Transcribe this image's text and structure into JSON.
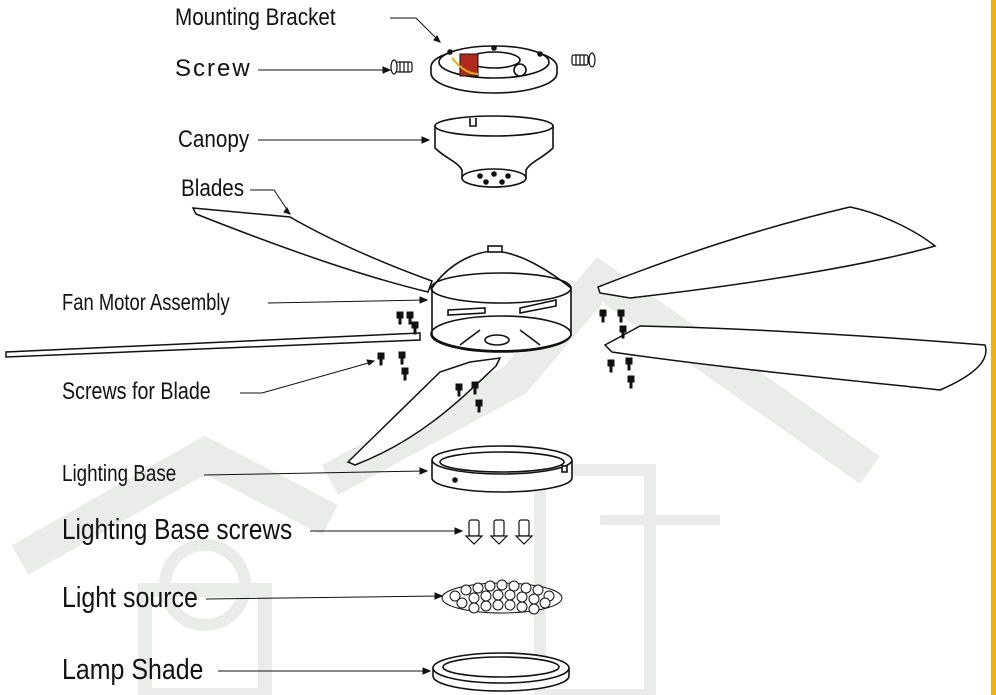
{
  "labels": {
    "mounting_bracket": "Mounting Bracket",
    "screw": "Screw",
    "canopy": "Canopy",
    "blades": "Blades",
    "fan_motor_assembly": "Fan Motor Assembly",
    "screws_for_blade": "Screws for Blade",
    "lighting_base": "Lighting Base",
    "lighting_base_screws": "Lighting Base screws",
    "light_source": "Light source",
    "lamp_shade": "Lamp Shade"
  },
  "colors": {
    "line": "#111111",
    "part_fill": "#ffffff",
    "watermark": "#e9ece9",
    "edge_accent": "#f5b100",
    "wire_red": "#b0281e",
    "wire_yellow": "#d9b400"
  },
  "icons": [
    "screw-icon",
    "house-watermark"
  ]
}
